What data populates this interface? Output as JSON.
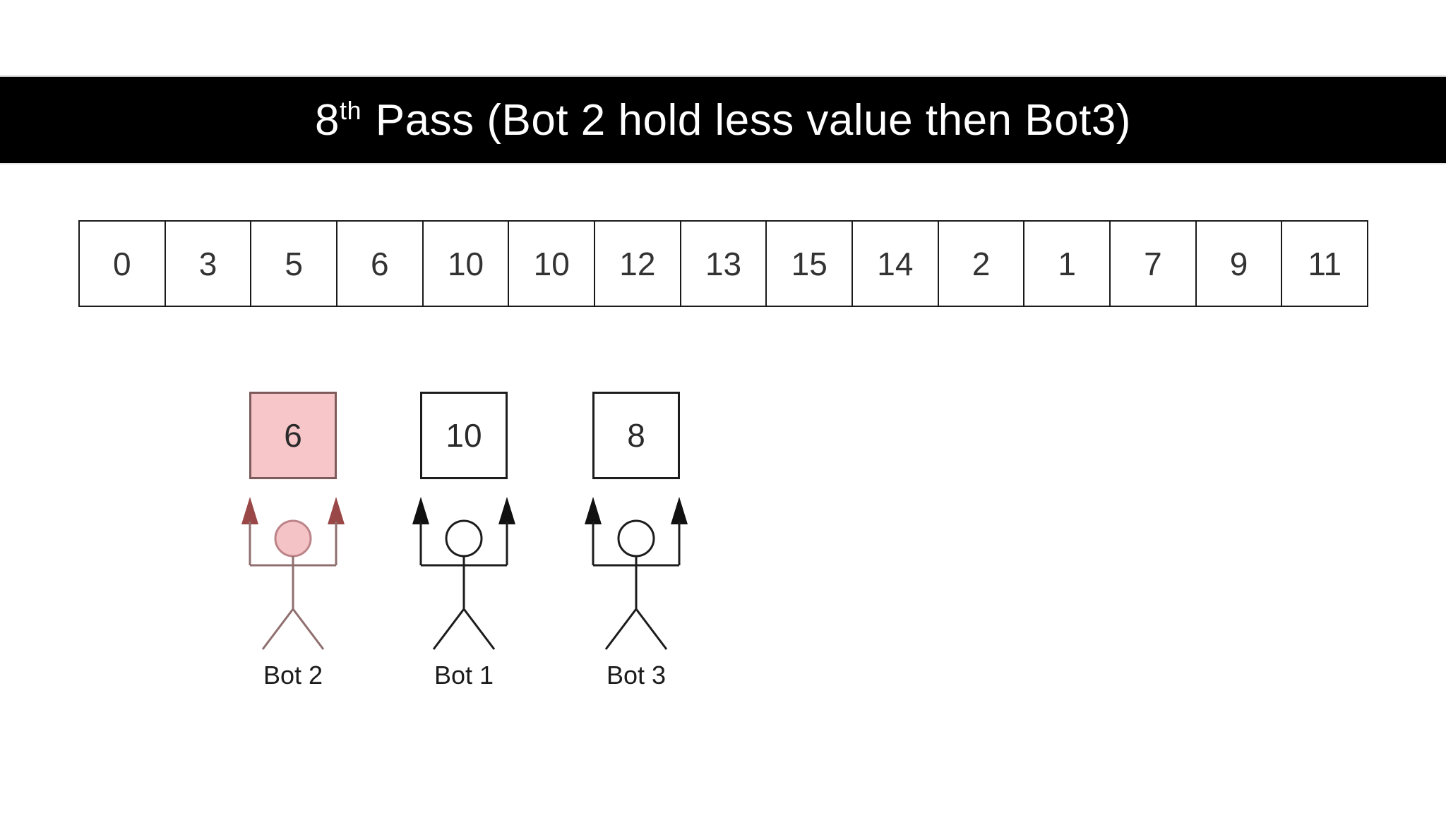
{
  "title": {
    "number": "8",
    "superscript": "th",
    "rest": " Pass (Bot 2 hold less value then Bot3)"
  },
  "array": {
    "values": [
      "0",
      "3",
      "5",
      "6",
      "10",
      "10",
      "12",
      "13",
      "15",
      "14",
      "2",
      "1",
      "7",
      "9",
      "11"
    ]
  },
  "bots": [
    {
      "label": "Bot 2",
      "value": "6",
      "highlighted": true
    },
    {
      "label": "Bot 1",
      "value": "10",
      "highlighted": false
    },
    {
      "label": "Bot 3",
      "value": "8",
      "highlighted": false
    }
  ],
  "colors": {
    "title_bg": "#000000",
    "title_text": "#ffffff",
    "highlight_box_fill": "#f6c6c8",
    "highlight_box_border": "#7e5a5a",
    "highlight_figure_stroke": "#8f6f6f",
    "highlight_head_fill": "#f4c3c6",
    "highlight_head_stroke": "#bc8489",
    "highlight_arrow_fill": "#9a4747",
    "figure_stroke": "#1c1c1c"
  }
}
